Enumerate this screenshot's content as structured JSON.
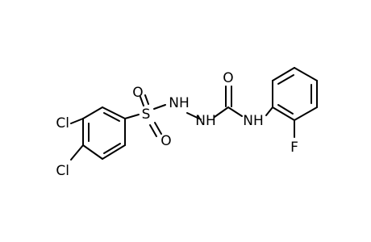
{
  "molecule": {
    "atoms": {
      "cl_upper": "Cl",
      "cl_lower": "Cl",
      "sulfur": "S",
      "sulfonyl_o_top": "O",
      "sulfonyl_o_bottom": "O",
      "hydrazide_nh_1": "NH",
      "hydrazide_nh_2": "NH",
      "carbonyl_o": "O",
      "amide_nh": "NH",
      "fluorine": "F"
    }
  }
}
